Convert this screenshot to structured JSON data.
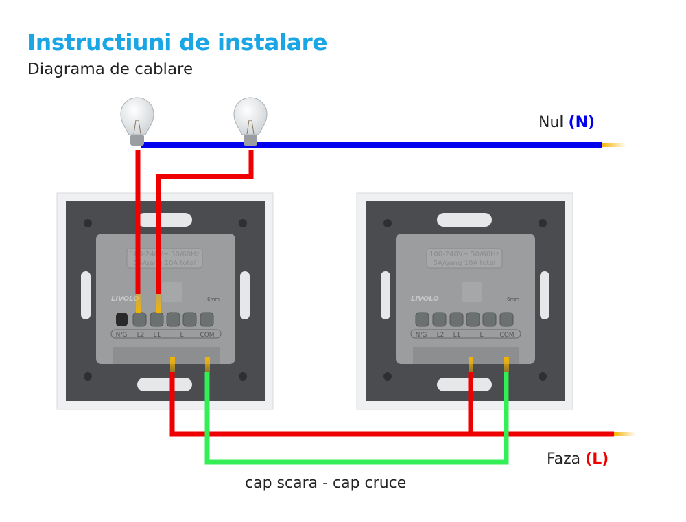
{
  "header": {
    "title": "Instructiuni de instalare",
    "subtitle": "Diagrama de cablare"
  },
  "labels": {
    "neutral_text": "Nul",
    "neutral_code": "(N)",
    "phase_text": "Faza",
    "phase_code": "(L)",
    "traveler": "cap scara - cap cruce"
  },
  "module": {
    "rating_line1": "100-240V~ 50/60Hz",
    "rating_line2": "5A/gang 10A total",
    "brand": "LIVOLO",
    "strip_length": "6mm",
    "terminals": [
      "N/G",
      "L2",
      "L1",
      "L",
      "COM"
    ]
  },
  "colors": {
    "title": "#1aa6e4",
    "neutral": "#0000ee",
    "phase": "#ee0000",
    "traveler": "#33ee55",
    "wire_tip": "#f5b400"
  }
}
